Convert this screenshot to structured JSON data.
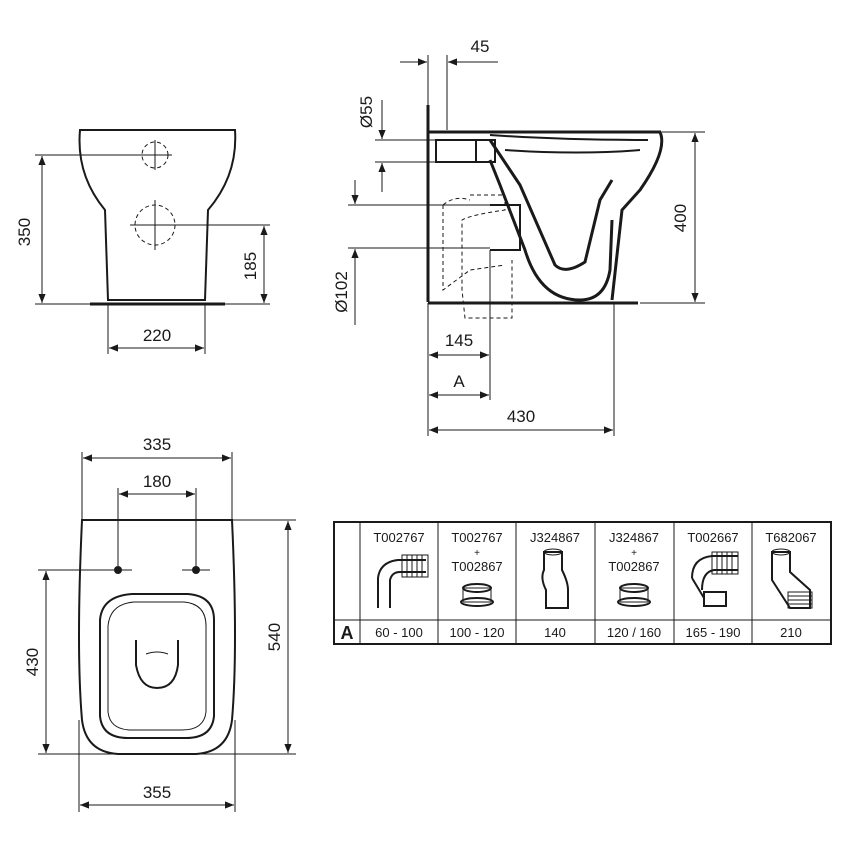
{
  "front_view": {
    "dim_height": "350",
    "dim_inlet_height": "185",
    "dim_base_width": "220"
  },
  "side_view": {
    "dim_top_offset": "45",
    "dim_inlet_dia": "Ø55",
    "dim_outlet_dia": "Ø102",
    "dim_height": "400",
    "dim_outlet_offset": "145",
    "dim_a_label": "A",
    "dim_depth": "430"
  },
  "top_view": {
    "dim_width_top": "335",
    "dim_fixing_spacing": "180",
    "dim_fixing_depth": "430",
    "dim_length": "540",
    "dim_width_bottom": "355"
  },
  "connector_table": {
    "row_label": "A",
    "columns": [
      {
        "code": "T002767",
        "plus": "",
        "code2": "",
        "range": "60 - 100",
        "icon": "bend-connector-icon"
      },
      {
        "code": "T002767",
        "plus": "+",
        "code2": "T002867",
        "range": "100 - 120",
        "icon": "bend-connector-with-collar-icon"
      },
      {
        "code": "J324867",
        "plus": "",
        "code2": "",
        "range": "140",
        "icon": "offset-connector-icon"
      },
      {
        "code": "J324867",
        "plus": "+",
        "code2": "T002867",
        "range": "120 / 160",
        "icon": "offset-connector-with-collar-icon"
      },
      {
        "code": "T002667",
        "plus": "",
        "code2": "",
        "range": "165 - 190",
        "icon": "long-bend-connector-icon"
      },
      {
        "code": "T682067",
        "plus": "",
        "code2": "",
        "range": "210",
        "icon": "pan-connector-icon"
      }
    ]
  }
}
